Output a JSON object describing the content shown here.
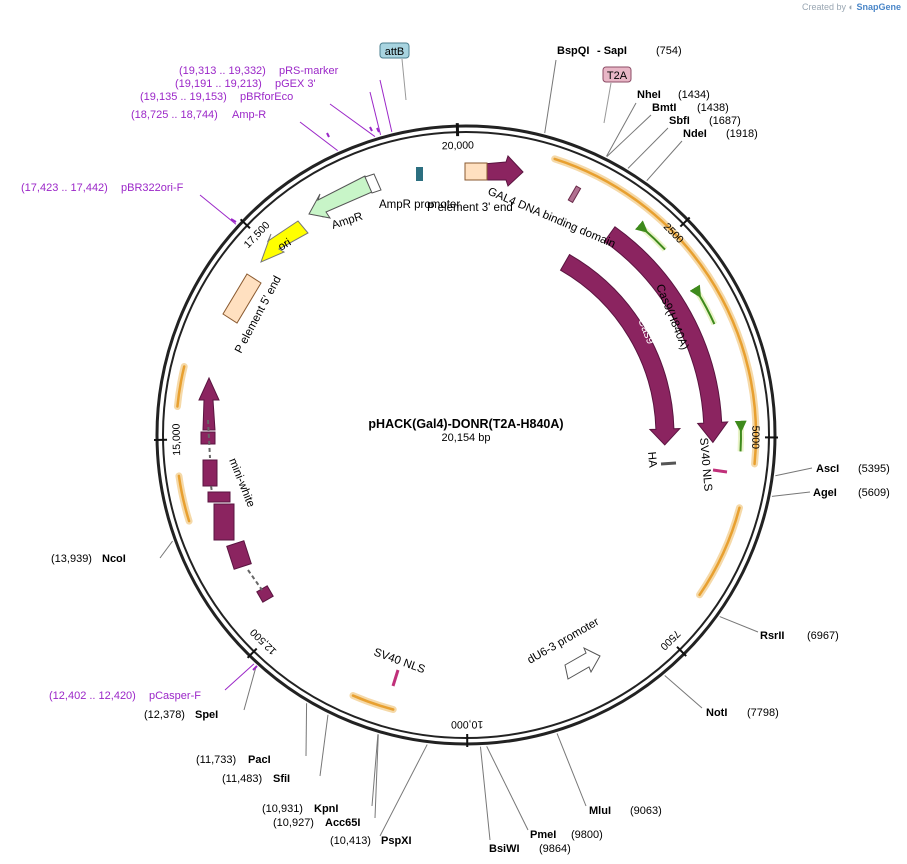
{
  "credit": {
    "prefix": "Created by",
    "brand": "SnapGene"
  },
  "map": {
    "name": "pHACK(Gal4)-DONR(T2A-H840A)",
    "size_label": "20,154 bp",
    "total_bp": 20154
  },
  "ticks": [
    {
      "bp": 20000,
      "label": "20,000"
    },
    {
      "bp": 2500,
      "label": "2500"
    },
    {
      "bp": 5000,
      "label": "5000"
    },
    {
      "bp": 7500,
      "label": "7500"
    },
    {
      "bp": 10000,
      "label": "10,000"
    },
    {
      "bp": 12500,
      "label": "12,500"
    },
    {
      "bp": 15000,
      "label": "15,000"
    },
    {
      "bp": 17500,
      "label": "17,500"
    }
  ],
  "enzymes": [
    {
      "name": "BspQI",
      "extra": " - SapI",
      "pos": "(754)",
      "bp": 754
    },
    {
      "name": "NheI",
      "pos": "(1434)",
      "bp": 1434
    },
    {
      "name": "BmtI",
      "pos": "(1438)",
      "bp": 1438
    },
    {
      "name": "SbfI",
      "pos": "(1687)",
      "bp": 1687
    },
    {
      "name": "NdeI",
      "pos": "(1918)",
      "bp": 1918
    },
    {
      "name": "AscI",
      "pos": "(5395)",
      "bp": 5395
    },
    {
      "name": "AgeI",
      "pos": "(5609)",
      "bp": 5609
    },
    {
      "name": "RsrII",
      "pos": "(6967)",
      "bp": 6967
    },
    {
      "name": "NotI",
      "pos": "(7798)",
      "bp": 7798
    },
    {
      "name": "MluI",
      "pos": "(9063)",
      "bp": 9063
    },
    {
      "name": "PmeI",
      "pos": "(9800)",
      "bp": 9800
    },
    {
      "name": "BsiWI",
      "pos": "(9864)",
      "bp": 9864
    },
    {
      "name": "PspXI",
      "pos": "(10,413)",
      "bp": 10413
    },
    {
      "name": "Acc65I",
      "pos": "(10,927)",
      "bp": 10927
    },
    {
      "name": "KpnI",
      "pos": "(10,931)",
      "bp": 10931
    },
    {
      "name": "SfiI",
      "pos": "(11,483)",
      "bp": 11483
    },
    {
      "name": "PacI",
      "pos": "(11,733)",
      "bp": 11733
    },
    {
      "name": "SpeI",
      "pos": "(12,378)",
      "bp": 12378
    },
    {
      "name": "NcoI",
      "pos": "(13,939)",
      "bp": 13939
    }
  ],
  "primers": [
    {
      "range": "(19,313 .. 19,332)",
      "name": "pRS-marker"
    },
    {
      "range": "(19,191 .. 19,213)",
      "name": "pGEX 3'"
    },
    {
      "range": "(19,135 .. 19,153)",
      "name": "pBRforEco"
    },
    {
      "range": "(18,725 .. 18,744)",
      "name": "Amp-R"
    },
    {
      "range": "(17,423 .. 17,442)",
      "name": "pBR322ori-F"
    },
    {
      "range": "(12,402 .. 12,420)",
      "name": "pCasper-F"
    }
  ],
  "features": {
    "attB": "attB",
    "T2A": "T2A",
    "ampr_promoter": "AmpR promoter",
    "p_element_3": "P element 3' end",
    "gal4": "GAL4 DNA binding domain",
    "ampr": "AmpR",
    "ori": "ori",
    "p_element_5": "P element 5' end",
    "cas9_h840a": "Cas9(H840A)",
    "cas9": "Cas9",
    "ha": "HA",
    "sv40_nls_right": "SV40 NLS",
    "du6_promoter": "dU6-3 promoter",
    "sv40_nls_bottom": "SV40 NLS",
    "mini_white": "mini-white"
  },
  "colors": {
    "feature": "#8b2460",
    "promoter_fill": "#ffffff",
    "ampr_fill": "#c8f5c8",
    "ori_fill": "#ffff00",
    "p_element_fill": "#ffe0c0",
    "orf_arrow": "#e8a030",
    "orf_green": "#3e8a1c",
    "primer": "#9b27c8",
    "attB_fill": "#a8d4e0",
    "T2A_fill": "#e8b6c6"
  }
}
